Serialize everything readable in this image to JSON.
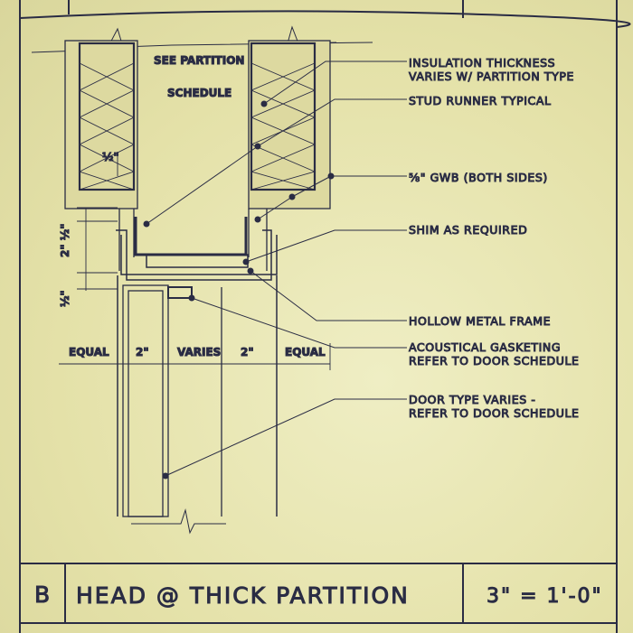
{
  "wall_labels": {
    "line1": "SEE PARTITION",
    "line2": "SCHEDULE",
    "insulation_dim": "½\""
  },
  "vertical_dims": {
    "upper": "2\" ½\"",
    "lower": "½\""
  },
  "horizontal_dims": [
    "EQUAL",
    "2\"",
    "VARIES",
    "2\"",
    "EQUAL"
  ],
  "notes": [
    {
      "lines": [
        "INSULATION THICKNESS",
        "VARIES W/ PARTITION TYPE"
      ]
    },
    {
      "lines": [
        "STUD RUNNER TYPICAL"
      ]
    },
    {
      "lines": [
        "⅝\" GWB (BOTH SIDES)"
      ]
    },
    {
      "lines": [
        "SHIM AS REQUIRED"
      ]
    },
    {
      "lines": [
        "HOLLOW METAL FRAME"
      ]
    },
    {
      "lines": [
        "ACOUSTICAL GASKETING",
        "REFER TO DOOR SCHEDULE"
      ]
    },
    {
      "lines": [
        "DOOR TYPE VARIES -",
        "REFER TO DOOR SCHEDULE"
      ]
    }
  ],
  "title_block": {
    "detail_id": "B",
    "title": "HEAD @ THICK PARTITION",
    "scale": "3\" = 1'-0\""
  },
  "colors": {
    "paper": "#e6e3ae",
    "ink": "#2a2c44"
  }
}
